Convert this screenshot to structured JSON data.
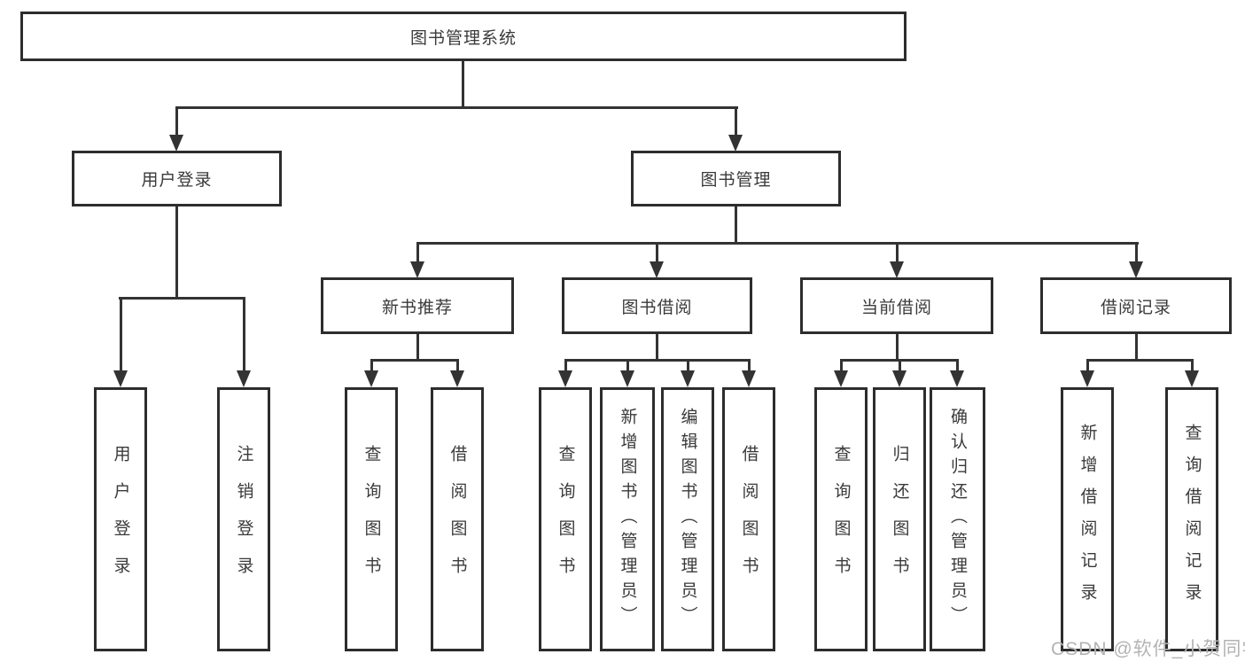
{
  "tree": {
    "root": "图书管理系统",
    "branches": [
      {
        "label": "用户登录",
        "leaves": [
          "用户登录",
          "注销登录"
        ]
      },
      {
        "label": "图书管理",
        "sections": [
          {
            "label": "新书推荐",
            "leaves": [
              "查询图书",
              "借阅图书"
            ]
          },
          {
            "label": "图书借阅",
            "leaves": [
              "查询图书",
              "新增图书（管理员）",
              "编辑图书（管理员）",
              "借阅图书"
            ]
          },
          {
            "label": "当前借阅",
            "leaves": [
              "查询图书",
              "归还图书",
              "确认归还（管理员）"
            ]
          },
          {
            "label": "借阅记录",
            "leaves": [
              "新增借阅记录",
              "查询借阅记录"
            ]
          }
        ]
      }
    ]
  },
  "watermark": "CSDN @软件_小贺同学",
  "colors": {
    "line": "#333333",
    "border": "#2d2d2d",
    "text": "#3a3a3a",
    "watermark": "#b3b3b3",
    "bg": "#ffffff"
  }
}
